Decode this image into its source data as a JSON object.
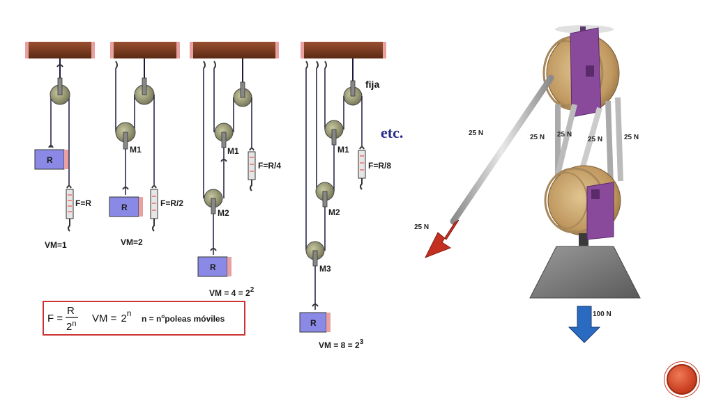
{
  "systems": [
    {
      "id": "sys1",
      "load": "R",
      "force": "F=R",
      "vm": "VM=1"
    },
    {
      "id": "sys2",
      "load": "R",
      "force": "F=R/2",
      "vm": "VM=2",
      "movable": [
        "M1"
      ]
    },
    {
      "id": "sys3",
      "load": "R",
      "force": "F=R/4",
      "vm_base": "VM = 4 = 2",
      "vm_exp": "2",
      "movable": [
        "M1",
        "M2"
      ]
    },
    {
      "id": "sys4",
      "load": "R",
      "force": "F=R/8",
      "vm_base": "VM = 8 = 2",
      "vm_exp": "3",
      "movable": [
        "M1",
        "M2",
        "M3"
      ],
      "fixed_label": "fija"
    }
  ],
  "etc_label": "etc.",
  "formula": {
    "f_lhs": "F =",
    "numerator": "R",
    "denominator_base": "2",
    "denominator_exp": "n",
    "vm_lhs": "VM =",
    "vm_base": "2",
    "vm_exp": "n",
    "n_def_base": "n = n",
    "n_def_sup": "o",
    "n_def_rest": "poleas  móviles"
  },
  "block_forces": {
    "rope_1": "25 N",
    "rope_2": "25 N",
    "rope_3": "25 N",
    "rope_4": "25 N",
    "rope_5": "25 N",
    "pull": "25 N",
    "weight": "100 N"
  },
  "colors": {
    "beam": "#7a3b20",
    "beam_end": "#e8a0a0",
    "pulley": "#9a9a72",
    "rope": "#1a1a40",
    "load_box": "#8a8ae6",
    "scale": "#e6e6e6",
    "formula_border": "#cc3333",
    "etc": "#2b2b8c",
    "wood": "#c9a876",
    "frame": "#8a4a9c",
    "weight": "#7a7a7a",
    "pull_arrow": "#c43020",
    "weight_arrow": "#2a6ac0",
    "slide_badge": "#d9532e"
  }
}
